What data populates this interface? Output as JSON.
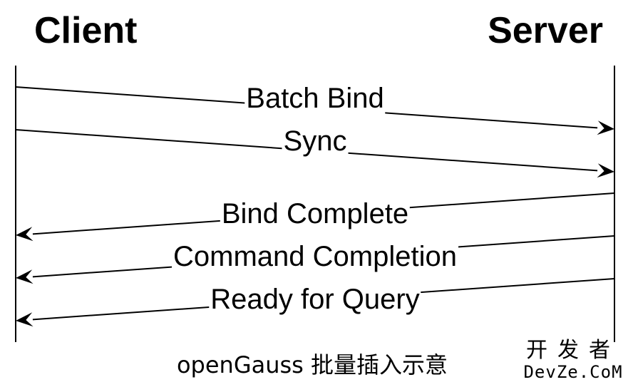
{
  "participants": {
    "client": "Client",
    "server": "Server"
  },
  "messages": [
    {
      "label": "Batch Bind",
      "direction": "client-to-server"
    },
    {
      "label": "Sync",
      "direction": "client-to-server"
    },
    {
      "label": "Bind Complete",
      "direction": "server-to-client"
    },
    {
      "label": "Command Completion",
      "direction": "server-to-client"
    },
    {
      "label": "Ready for Query",
      "direction": "server-to-client"
    }
  ],
  "caption": "openGauss 批量插入示意",
  "watermark": {
    "line1": "开发者",
    "line2": "DevZe.CoM"
  },
  "colors": {
    "stroke": "#000000",
    "background": "#ffffff"
  }
}
